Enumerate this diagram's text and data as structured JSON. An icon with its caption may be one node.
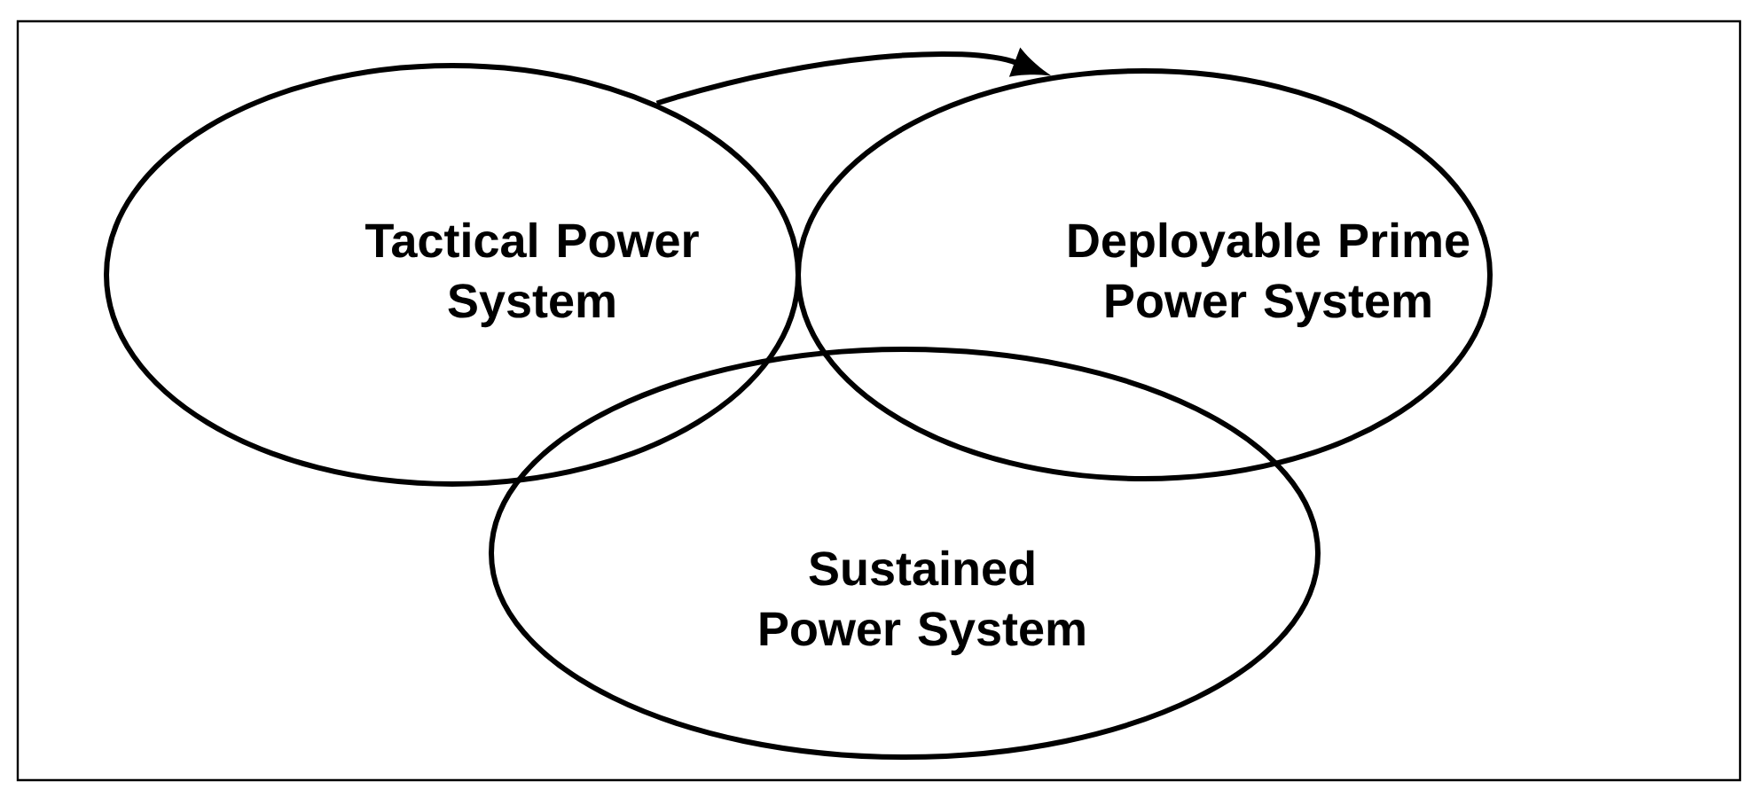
{
  "diagram": {
    "nodes": [
      {
        "text": [
          "Tactical Power System"
        ]
      },
      {
        "text": [
          "Deployable Prime Power System"
        ]
      },
      {
        "text": [
          "Sustained Power System"
        ]
      }
    ],
    "edges": [
      {
        "from": 0,
        "to": 1,
        "arrow": "to"
      }
    ]
  }
}
